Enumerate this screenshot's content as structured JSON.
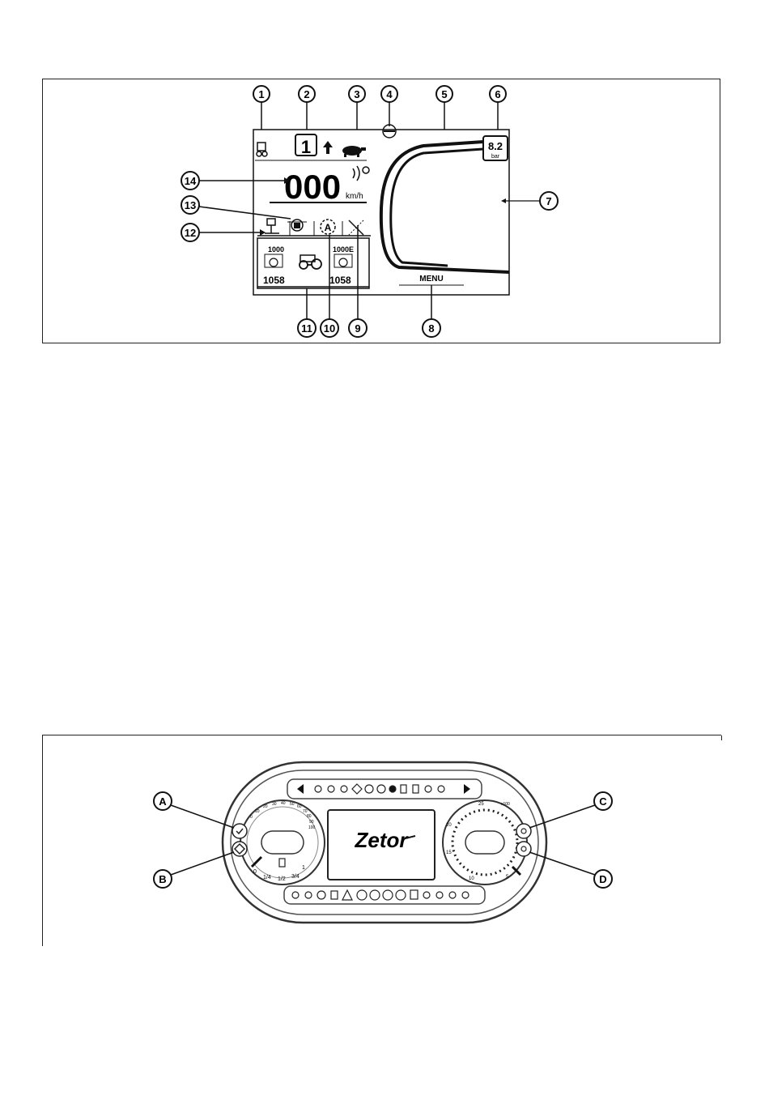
{
  "display": {
    "gear": "1",
    "speed": "000",
    "speed_unit": "km/h",
    "pressure": "8.2",
    "pressure_unit": "bar",
    "pto_left": "1000",
    "pto_right": "1000E",
    "pto_left_value": "1058",
    "pto_right_value": "1058",
    "menu": "MENU"
  },
  "callouts": [
    "1",
    "2",
    "3",
    "4",
    "5",
    "6",
    "7",
    "8",
    "9",
    "10",
    "11",
    "12",
    "13",
    "14"
  ],
  "panel": {
    "logo": "Zetor",
    "buttons": [
      "A",
      "B",
      "C",
      "D"
    ],
    "tach_ticks": [
      "25",
      "20",
      "15",
      "10",
      "5"
    ],
    "tach_unit": "x100",
    "speed_ticks": [
      "0",
      "10",
      "20",
      "30",
      "40",
      "50",
      "60",
      "70",
      "80",
      "90",
      "100"
    ],
    "fuel_ticks": [
      "0",
      "1/4",
      "1/2",
      "3/4",
      "1"
    ]
  }
}
